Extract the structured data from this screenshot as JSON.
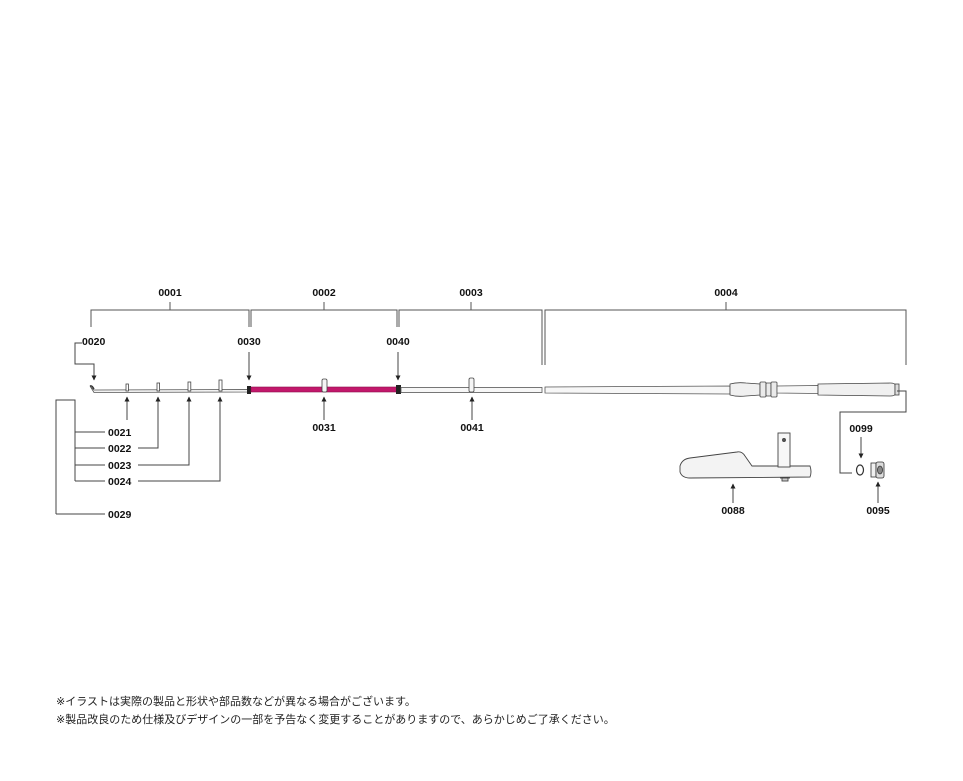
{
  "colors": {
    "line": "#444444",
    "accent_section": "#c2186b",
    "blank": "#f7f7f7"
  },
  "sections": {
    "s0001": "0001",
    "s0002": "0002",
    "s0003": "0003",
    "s0004": "0004"
  },
  "parts": {
    "p0020": "0020",
    "p0030": "0030",
    "p0040": "0040",
    "p0021": "0021",
    "p0022": "0022",
    "p0023": "0023",
    "p0024": "0024",
    "p0029": "0029",
    "p0031": "0031",
    "p0041": "0041",
    "p0099": "0099",
    "p0088": "0088",
    "p0095": "0095"
  },
  "notes": {
    "line1": "※イラストは実際の製品と形状や部品数などが異なる場合がございます。",
    "line2": "※製品改良のため仕様及びデザインの一部を予告なく変更することがありますので、あらかじめご了承ください。"
  }
}
